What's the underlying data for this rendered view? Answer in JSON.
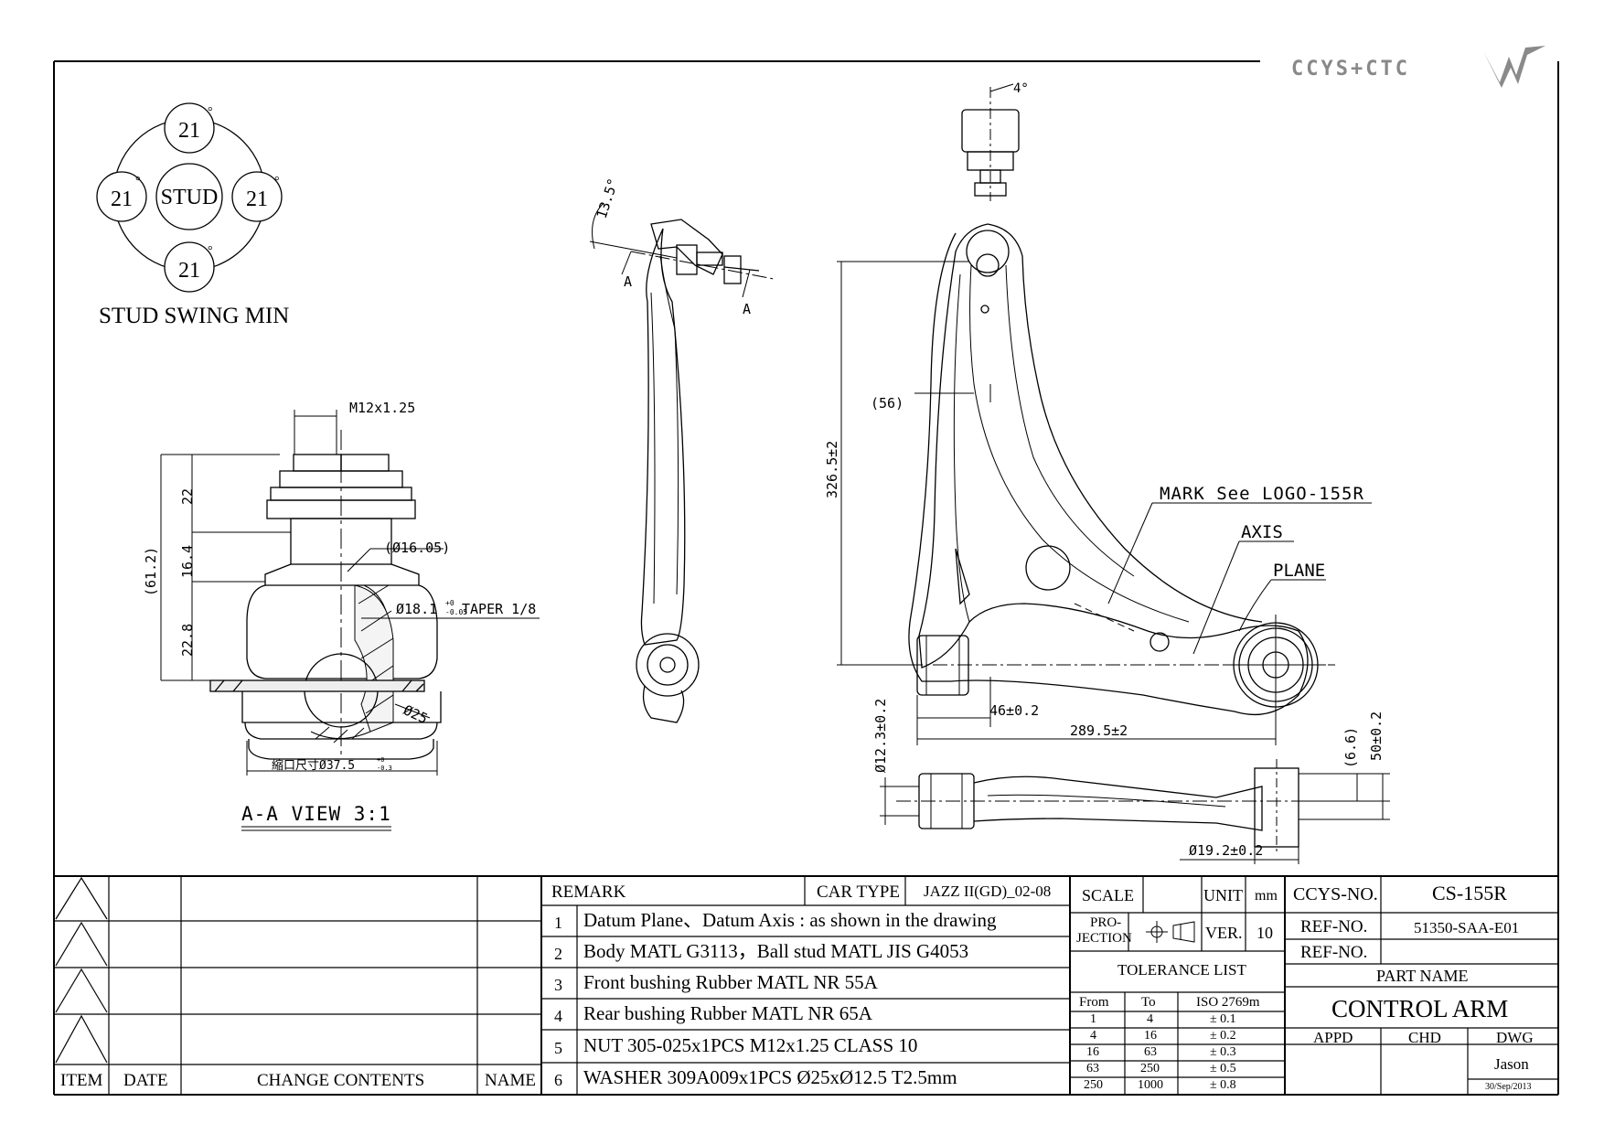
{
  "logo": {
    "text": "CCYS+CTC"
  },
  "stud_swing": {
    "values": [
      "21",
      "21",
      "21",
      "21"
    ],
    "center": "STUD",
    "degree": "°",
    "caption": "STUD SWING MIN"
  },
  "section_view": {
    "label_thread": "M12x1.25",
    "dim_22": "22",
    "dim_16_4": "16.4",
    "dim_22_8": "22.8",
    "dim_61_2": "(61.2)",
    "dim_d16_05": "(Ø16.05)",
    "dim_d18_1": "Ø18.1",
    "tol_d18_1_upper": "+0",
    "tol_d18_1_lower": "-0.05",
    "taper": "TAPER 1/8",
    "dim_d25": "Ø25",
    "dim_d37_5": "縮口尺寸Ø37.5",
    "tol_d37_5_upper": "+0",
    "tol_d37_5_lower": "-0.3",
    "caption": "A-A VIEW 3:1"
  },
  "side_view": {
    "angle": "13.5°",
    "section_a1": "A",
    "section_a2": "A"
  },
  "main_view": {
    "angle": "4°",
    "dim_56": "(56)",
    "dim_326_5": "326.5±2",
    "mark": "MARK See LOGO-155R",
    "axis": "AXIS",
    "plane": "PLANE",
    "dim_46": "46±0.2",
    "dim_289_5": "289.5±2"
  },
  "bottom_view": {
    "dim_12_3": "Ø12.3±0.2",
    "dim_6_6": "(6.6)",
    "dim_50": "50±0.2",
    "dim_19_2": "Ø19.2±0.2"
  },
  "revision_block": {
    "headers": {
      "item": "ITEM",
      "date": "DATE",
      "change": "CHANGE CONTENTS",
      "name": "NAME"
    }
  },
  "remarks": {
    "header": "REMARK",
    "car_type_label": "CAR TYPE",
    "car_type_value": "JAZZ II(GD)_02-08",
    "rows": [
      {
        "no": "1",
        "text": "Datum Plane、Datum Axis : as shown in the drawing"
      },
      {
        "no": "2",
        "text": "Body MATL G3113，Ball stud MATL JIS G4053"
      },
      {
        "no": "3",
        "text": "Front bushing Rubber MATL NR 55A"
      },
      {
        "no": "4",
        "text": "Rear bushing Rubber MATL NR 65A"
      },
      {
        "no": "5",
        "text": "NUT 305-025x1PCS M12x1.25 CLASS 10"
      },
      {
        "no": "6",
        "text": "WASHER 309A009x1PCS Ø25xØ12.5  T2.5mm"
      }
    ]
  },
  "spec": {
    "scale_label": "SCALE",
    "unit_label": "UNIT",
    "unit_value": "mm",
    "projection_label_1": "PRO-",
    "projection_label_2": "JECTION",
    "ver_label": "VER.",
    "ver_value": "10",
    "tolerance_title": "TOLERANCE LIST",
    "tol_headers": {
      "from": "From",
      "to": "To",
      "iso": "ISO 2769m"
    },
    "tolerances": [
      {
        "from": "1",
        "to": "4",
        "tol": "± 0.1"
      },
      {
        "from": "4",
        "to": "16",
        "tol": "± 0.2"
      },
      {
        "from": "16",
        "to": "63",
        "tol": "± 0.3"
      },
      {
        "from": "63",
        "to": "250",
        "tol": "± 0.5"
      },
      {
        "from": "250",
        "to": "1000",
        "tol": "± 0.8"
      }
    ]
  },
  "title_block": {
    "ccys_label": "CCYS-NO.",
    "ccys_value": "CS-155R",
    "ref1_label": "REF-NO.",
    "ref1_value": "51350-SAA-E01",
    "ref2_label": "REF-NO.",
    "ref2_value": "",
    "part_name_label": "PART NAME",
    "part_name": "CONTROL ARM",
    "appd": "APPD",
    "chd": "CHD",
    "dwg": "DWG",
    "drawer": "Jason",
    "date": "30/Sep/2013"
  }
}
